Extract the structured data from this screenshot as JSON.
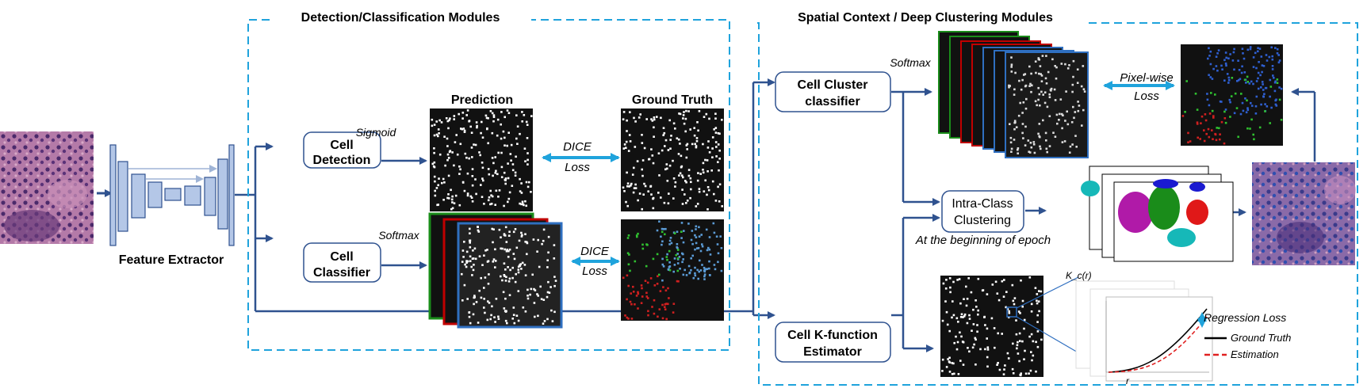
{
  "feature_extractor": {
    "label": "Feature Extractor"
  },
  "detection_module": {
    "title": "Detection/Classification Modules",
    "cell_detection": {
      "line1": "Cell",
      "line2": "Detection"
    },
    "cell_classifier": {
      "line1": "Cell",
      "line2": "Classifier"
    },
    "sigmoid_label": "Sigmoid",
    "softmax_label": "Softmax",
    "prediction_label": "Prediction",
    "ground_truth_label": "Ground Truth",
    "dice_loss_top": {
      "line1": "DICE",
      "line2": "Loss"
    },
    "dice_loss_bottom": {
      "line1": "DICE",
      "line2": "Loss"
    }
  },
  "spatial_module": {
    "title": "Spatial Context / Deep Clustering Modules",
    "cell_cluster_classifier": {
      "line1": "Cell Cluster",
      "line2": "classifier"
    },
    "softmax_label": "Softmax",
    "pixel_wise_loss": {
      "line1": "Pixel-wise",
      "line2": "Loss"
    },
    "intra_class_clustering": {
      "line1": "Intra-Class",
      "line2": "Clustering"
    },
    "epoch_note": "At the beginning of epoch",
    "cell_k_function": {
      "line1": "Cell K-function",
      "line2": "Estimator"
    },
    "k_plot": {
      "ylabel": "K_c(r)",
      "xlabel": "r",
      "regression_loss": "Regression Loss",
      "legend": [
        "Ground Truth",
        "Estimation"
      ]
    }
  },
  "colors": {
    "arrow": "#2f528f",
    "dashed_border": "#1fa3dc",
    "loss_arrow": "#1fa3dc",
    "box_border": "#2f528f",
    "unet_fill": "#b4c7e7",
    "class_green": "#1a8c1a",
    "class_red": "#c00000",
    "class_blue": "#2f6fc0",
    "ground_truth_line": "#000000",
    "estimation_line": "#e02020"
  }
}
